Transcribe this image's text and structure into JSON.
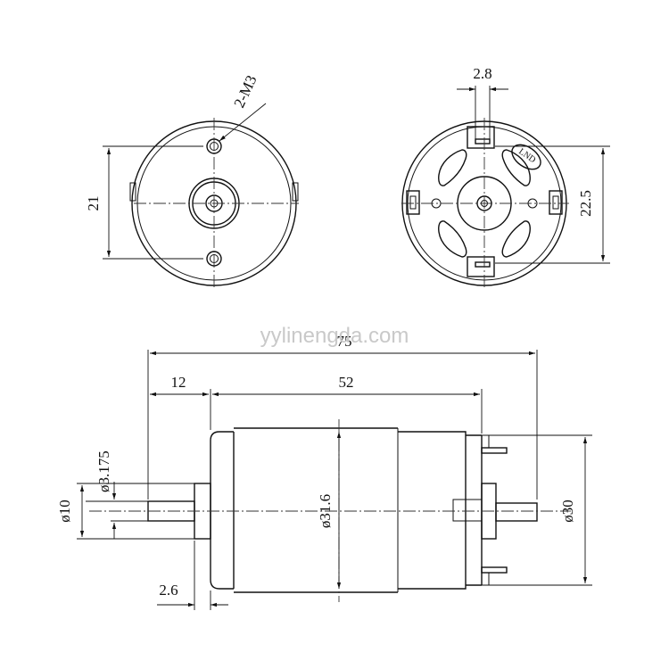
{
  "watermark": "yylinengda.com",
  "front_view": {
    "thread_label": "2-M3",
    "hole_spacing": "21"
  },
  "rear_view": {
    "terminal_width": "2.8",
    "terminal_spacing": "22.5",
    "polarity_mark": "LND"
  },
  "side_view": {
    "overall_length": "75",
    "shaft_length": "12",
    "body_length": "52",
    "boss_thickness": "2.6",
    "shaft_diameter": "ø3.175",
    "boss_diameter": "ø10",
    "body_diameter": "ø31.6",
    "end_cap_diameter": "ø30"
  }
}
